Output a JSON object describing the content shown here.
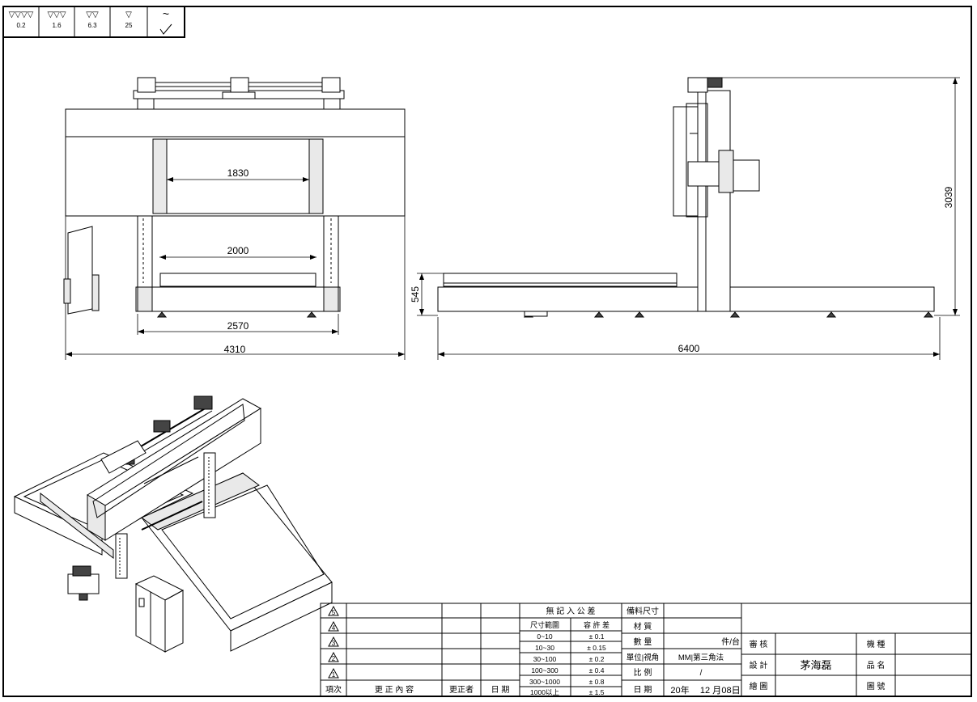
{
  "surface_symbols": [
    {
      "marks": "▽▽▽▽",
      "value": "0.2"
    },
    {
      "marks": "▽▽▽",
      "value": "1.6"
    },
    {
      "marks": "▽▽",
      "value": "6.3"
    },
    {
      "marks": "▽",
      "value": "25"
    },
    {
      "marks": "~",
      "value": ""
    }
  ],
  "dimensions": {
    "front_inner_1": "1830",
    "front_inner_2": "2000",
    "front_span": "2570",
    "front_total": "4310",
    "side_height": "545",
    "side_total": "6400",
    "side_overall_height": "3039"
  },
  "revision_table": {
    "rows": [
      "5",
      "4",
      "3",
      "2",
      "1"
    ],
    "header": [
      "項次",
      "更 正 內 容",
      "更正者",
      "日 期"
    ]
  },
  "tolerance_table": {
    "title": "無 記 入 公 差",
    "header_range": "尺寸範圍",
    "header_tol": "容 許 差",
    "rows": [
      {
        "range": "0~10",
        "tol": "± 0.1"
      },
      {
        "range": "10~30",
        "tol": "± 0.15"
      },
      {
        "range": "30~100",
        "tol": "± 0.2"
      },
      {
        "range": "100~300",
        "tol": "± 0.4"
      },
      {
        "range": "300~1000",
        "tol": "± 0.8"
      },
      {
        "range": "1000以上",
        "tol": "± 1.5"
      }
    ]
  },
  "info_table": {
    "material_size_label": "備料尺寸",
    "material_label": "材 質",
    "quantity_label": "數 量",
    "quantity_unit": "件/台",
    "unit_label": "單位|視角",
    "unit_value": "MM|第三角法",
    "scale_label": "比 例",
    "scale_value": "/",
    "date_label": "日 期",
    "date_year": "20年",
    "date_month": "12 月",
    "date_day": "08日"
  },
  "approval_table": {
    "review_label": "審 核",
    "design_label": "設 計",
    "designer": "茅海磊",
    "draw_label": "繪 圖",
    "model_label": "機 種",
    "name_label": "品 名",
    "drawing_no_label": "圖 號"
  }
}
